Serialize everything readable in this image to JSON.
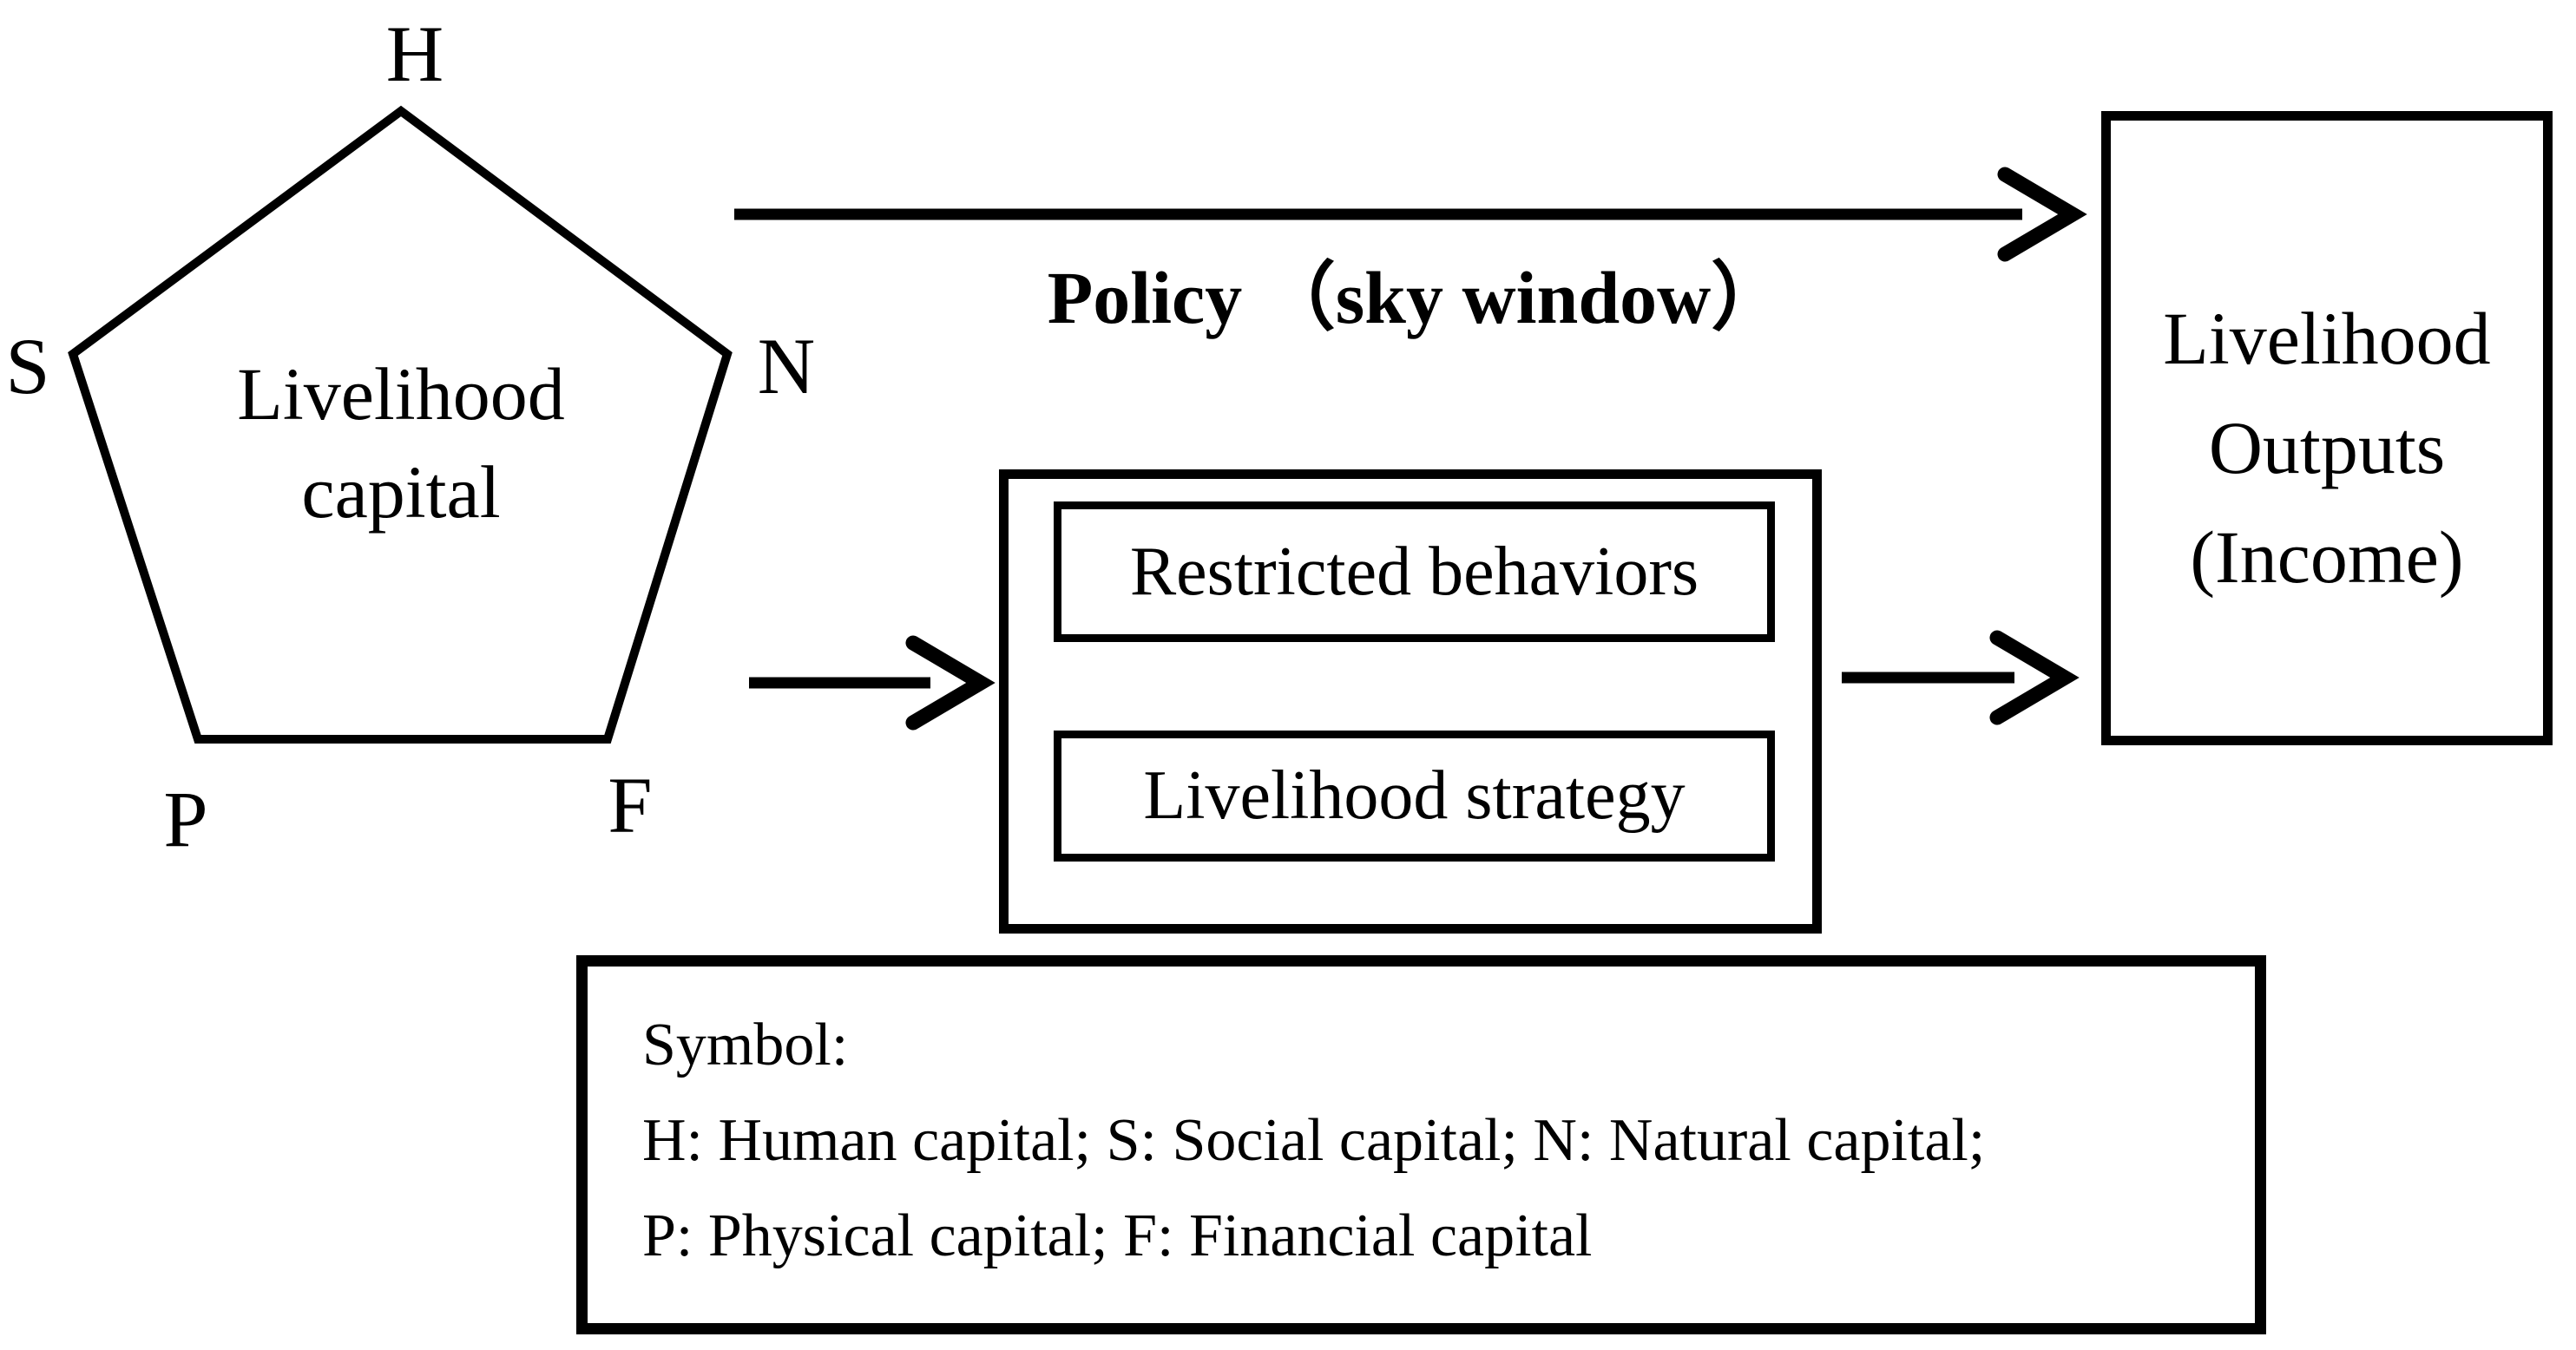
{
  "figure": {
    "background_color": "#ffffff",
    "ink_color": "#000000",
    "pentagon": {
      "title_line1": "Livelihood",
      "title_line2": "capital",
      "title": "Livelihood capital",
      "vertex_labels": {
        "top": "H",
        "left": "S",
        "right": "N",
        "bottom_left": "P",
        "bottom_right": "F"
      }
    },
    "policy_arrow": {
      "label": "Policy （sky window）"
    },
    "process_box": {
      "item1": "Restricted behaviors",
      "item2": "Livelihood strategy"
    },
    "output_box": {
      "line1": "Livelihood",
      "line2": "Outputs",
      "line3": "(Income)",
      "label": "Livelihood Outputs (Income)"
    },
    "legend": {
      "line1": "Symbol:",
      "line2": "H: Human capital; S: Social capital; N: Natural capital;",
      "line3": "P: Physical capital; F: Financial capital"
    }
  }
}
